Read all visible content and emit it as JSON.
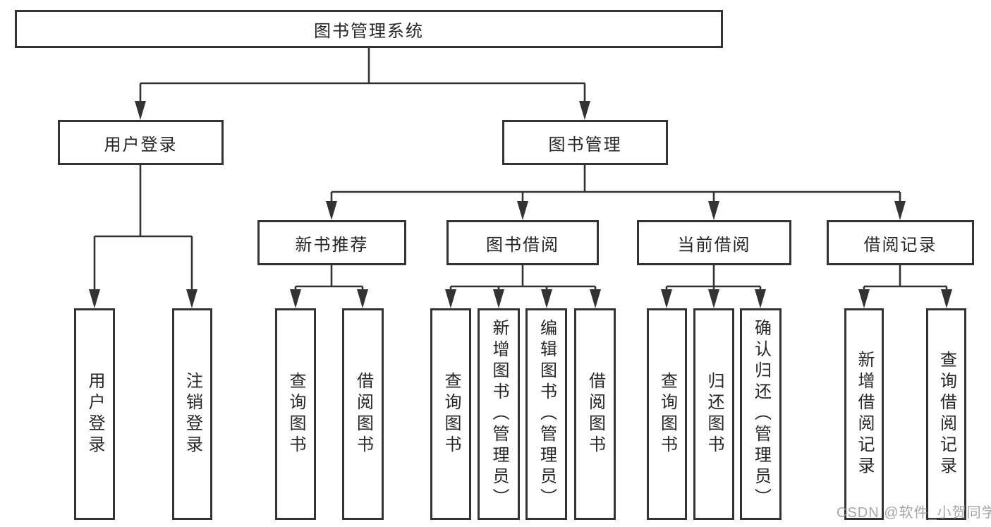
{
  "diagram": {
    "title": "图书管理系统",
    "nodes": {
      "root": "图书管理系统",
      "user_login_module": "用户登录",
      "book_management": "图书管理",
      "new_book_recommend": "新书推荐",
      "book_borrowing": "图书借阅",
      "current_borrowing": "当前借阅",
      "borrowing_records": "借阅记录",
      "user_login": "用户登录",
      "logout": "注销登录",
      "query_book_recommend": "查询图书",
      "borrow_book_recommend": "借阅图书",
      "query_book_borrowing": "查询图书",
      "add_book_admin": "新增图书（管理员）",
      "edit_book_admin": "编辑图书（管理员）",
      "borrow_book_borrowing": "借阅图书",
      "query_book_current": "查询图书",
      "return_book": "归还图书",
      "confirm_return_admin": "确认归还（管理员）",
      "add_borrow_record": "新增借阅记录",
      "query_borrow_record": "查询借阅记录"
    },
    "hierarchy": {
      "图书管理系统": {
        "用户登录": [
          "用户登录",
          "注销登录"
        ],
        "图书管理": {
          "新书推荐": [
            "查询图书",
            "借阅图书"
          ],
          "图书借阅": [
            "查询图书",
            "新增图书（管理员）",
            "编辑图书（管理员）",
            "借阅图书"
          ],
          "当前借阅": [
            "查询图书",
            "归还图书",
            "确认归还（管理员）"
          ],
          "借阅记录": [
            "新增借阅记录",
            "查询借阅记录"
          ]
        }
      }
    }
  },
  "watermark": "CSDN @软件_小贺同学",
  "colors": {
    "line": "#333333",
    "box_border": "#333333",
    "box_fill": "#ffffff",
    "text": "#262626",
    "watermark": "#969696",
    "background": "#ffffff"
  }
}
